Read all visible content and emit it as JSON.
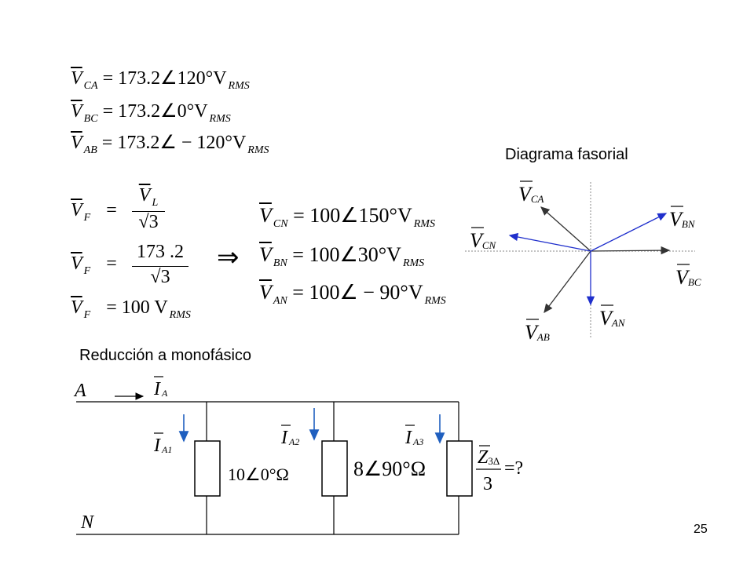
{
  "line_voltages": [
    {
      "var": "V",
      "sub": "CA",
      "rhs": "= 173.2∠120°V",
      "unit": "RMS"
    },
    {
      "var": "V",
      "sub": "BC",
      "rhs": "= 173.2∠0°V",
      "unit": "RMS"
    },
    {
      "var": "V",
      "sub": "AB",
      "rhs": "= 173.2∠ − 120°V",
      "unit": "RMS"
    }
  ],
  "phase_calc": {
    "lhs_var": "V",
    "lhs_sub": "F",
    "eq1_num_var": "V",
    "eq1_num_sub": "L",
    "eq1_den": "√3",
    "eq2_num": "173 .2",
    "eq2_den": "√3",
    "eq3_rhs": "= 100  V",
    "eq3_unit": "RMS",
    "implies": "⇒"
  },
  "phase_voltages": [
    {
      "var": "V",
      "sub": "CN",
      "rhs": "= 100∠150°V",
      "unit": "RMS"
    },
    {
      "var": "V",
      "sub": "BN",
      "rhs": "= 100∠30°V",
      "unit": "RMS"
    },
    {
      "var": "V",
      "sub": "AN",
      "rhs": "= 100∠ − 90°V",
      "unit": "RMS"
    }
  ],
  "phasor_diagram": {
    "title": "Diagrama fasorial",
    "labels": {
      "vca": "CA",
      "vbn": "BN",
      "vcn": "CN",
      "vbc": "BC",
      "vab": "AB",
      "van": "AN"
    },
    "var": "V",
    "colors": {
      "line_voltage": "#333333",
      "phase_voltage": "#1f2fcc",
      "axis": "#888888"
    }
  },
  "circuit": {
    "title": "Reducción a monofásico",
    "node_a": "A",
    "node_n": "N",
    "current_var": "I",
    "current_main_sub": "A",
    "branch_currents": [
      "A1",
      "A2",
      "A3"
    ],
    "impedances": [
      "10∠0°Ω",
      "8∠90°Ω"
    ],
    "z3_num_var": "Z",
    "z3_num_sub": "3Δ",
    "z3_den": "3",
    "z3_rhs": "=?",
    "arrow_color": "#1f5fbf"
  },
  "page_number": "25"
}
